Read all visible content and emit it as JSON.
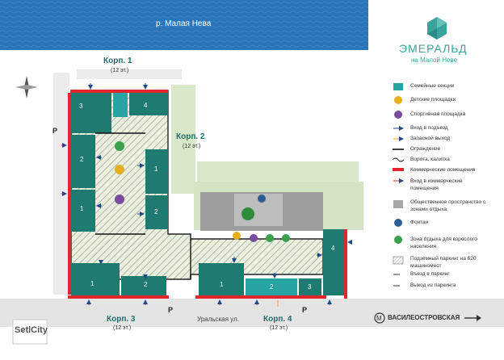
{
  "river_label": "р. Малая Нева",
  "brand": {
    "name": "ЭМЕРАЛЬД",
    "subtitle": "на Малой Неве",
    "color": "#3aa39b"
  },
  "street_label": "Уральская ул.",
  "metro_label": "ВАСИЛЕОСТРОВСКАЯ",
  "watermark": "SetlCity",
  "parking_symbol": "P",
  "buildings": [
    {
      "title": "Корп. 1",
      "floors": "(12 эт.)",
      "sections": [
        "3",
        "4",
        "2",
        "1"
      ]
    },
    {
      "title": "Корп. 2",
      "floors": "(12 эт.)",
      "sections": [
        "1",
        "2"
      ]
    },
    {
      "title": "Корп. 3",
      "floors": "(12 эт.)",
      "sections": [
        "1",
        "2"
      ]
    },
    {
      "title": "Корп. 4",
      "floors": "(12 эт.)",
      "sections": [
        "1",
        "2",
        "3",
        "4"
      ]
    }
  ],
  "legend": [
    {
      "label": "Семейные секции",
      "icon": "teal-square"
    },
    {
      "label": "Детские площадки",
      "icon": "playground-icon"
    },
    {
      "label": "Спортивная площадка",
      "icon": "sport-icon"
    },
    {
      "label": "Вход в подъезд",
      "icon": "entrance-arrow-icon"
    },
    {
      "label": "Запасной выход",
      "icon": "emergency-exit-icon"
    },
    {
      "label": "Ограждение",
      "icon": "fence-line"
    },
    {
      "label": "Ворота, калитка",
      "icon": "gate-icon"
    },
    {
      "label": "Коммерческие помещения",
      "icon": "commercial-bar"
    },
    {
      "label": "Вход в коммерческие помещения",
      "icon": "commercial-entrance-icon"
    },
    {
      "label": "Общественное пространство с зонами отдыха",
      "icon": "public-space-square"
    },
    {
      "label": "Фонтан",
      "icon": "fountain-icon"
    },
    {
      "label": "Зона отдыха для взрослого населения",
      "icon": "adult-rest-icon"
    },
    {
      "label": "Подземный паркинг на 620 машиномест",
      "icon": "parking-hatch"
    },
    {
      "label": "Въезд в паркинг",
      "icon": "parking-entry-icon"
    },
    {
      "label": "Выход из паркинга",
      "icon": "parking-exit-icon"
    }
  ],
  "colors": {
    "river": "#2a74b8",
    "building": "#1f7a70",
    "family": "#27a3a3",
    "commercial": "#e3262e",
    "green": "#bfd8a8",
    "road": "#e0e0e0",
    "public_space": "#a7a7a7",
    "adult_zone": "#3aa14a",
    "playground": "#e8b020",
    "sport": "#7a4b9c",
    "fountain": "#2b5d94"
  }
}
